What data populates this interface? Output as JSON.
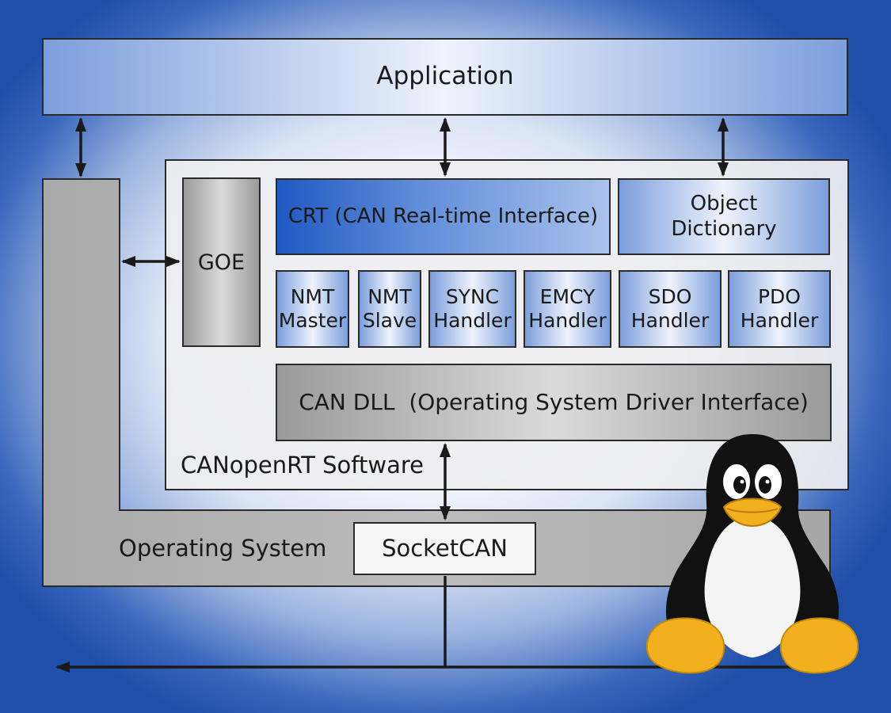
{
  "application": "Application",
  "crt": "CRT (CAN Real-time Interface)",
  "object_dictionary": "Object\nDictionary",
  "goe": "GOE",
  "nmt_master": "NMT\nMaster",
  "nmt_slave": "NMT\nSlave",
  "sync_handler": "SYNC\nHandler",
  "emcy_handler": "EMCY\nHandler",
  "sdo_handler": "SDO\nHandler",
  "pdo_handler": "PDO\nHandler",
  "can_dll": "CAN DLL  (Operating System Driver Interface)",
  "canopenrt_software": "CANopenRT Software",
  "operating_system": "Operating System",
  "socketcan": "SocketCAN",
  "icons": {
    "mascot": "linux-penguin-icon"
  },
  "colors": {
    "blue": "#2a5fc4",
    "gray": "#a8a8a8",
    "line": "#1a1a1a"
  }
}
